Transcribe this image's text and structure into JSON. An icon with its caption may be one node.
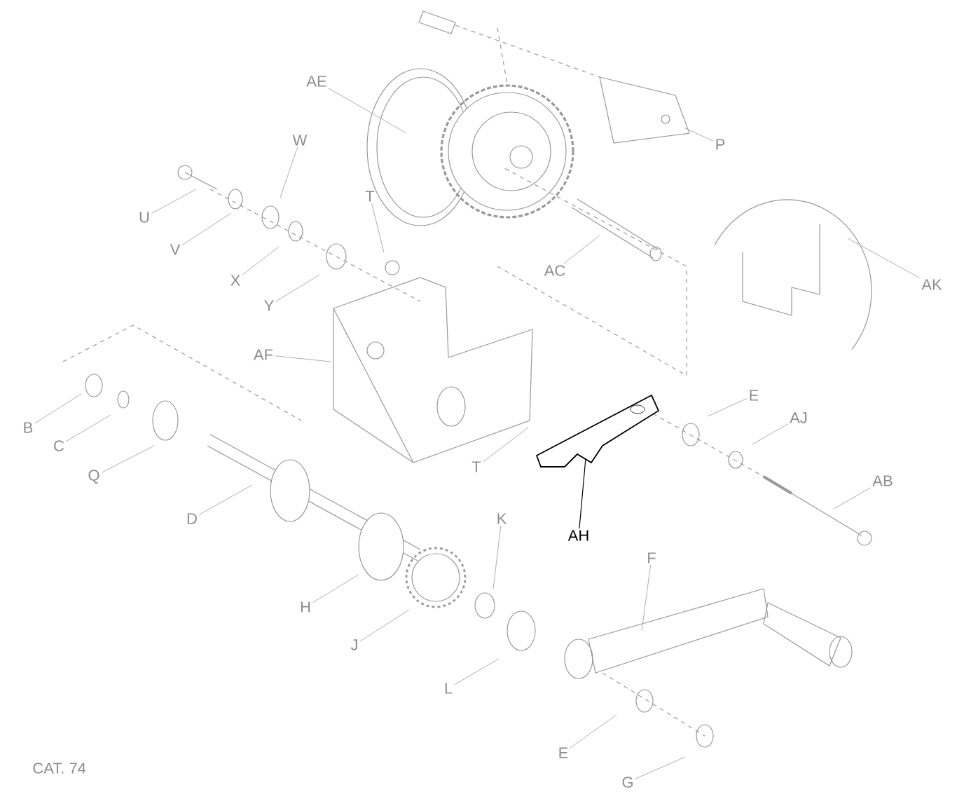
{
  "diagram": {
    "nodes": [
      {
        "text": [
          "AE"
        ]
      },
      {
        "text": [
          "P"
        ]
      },
      {
        "text": [
          "U"
        ]
      },
      {
        "text": [
          "W"
        ]
      },
      {
        "text": [
          "V"
        ]
      },
      {
        "text": [
          "X"
        ]
      },
      {
        "text": [
          "Y"
        ]
      },
      {
        "text": [
          "T"
        ]
      },
      {
        "text": [
          "AC"
        ]
      },
      {
        "text": [
          "AK"
        ]
      },
      {
        "text": [
          "AF"
        ]
      },
      {
        "text": [
          "B"
        ]
      },
      {
        "text": [
          "C"
        ]
      },
      {
        "text": [
          "Q"
        ]
      },
      {
        "text": [
          "D"
        ]
      },
      {
        "text": [
          "T"
        ]
      },
      {
        "text": [
          "E"
        ]
      },
      {
        "text": [
          "AJ"
        ]
      },
      {
        "text": [
          "AB"
        ]
      },
      {
        "text": [
          "AH"
        ]
      },
      {
        "text": [
          "K"
        ]
      },
      {
        "text": [
          "F"
        ]
      },
      {
        "text": [
          "H"
        ]
      },
      {
        "text": [
          "J"
        ]
      },
      {
        "text": [
          "L"
        ]
      },
      {
        "text": [
          "E"
        ]
      },
      {
        "text": [
          "G"
        ]
      }
    ],
    "edges": [
      {
        "from": 0,
        "to": null,
        "arrow": "none"
      },
      {
        "from": 1,
        "to": null,
        "arrow": "none"
      },
      {
        "from": 2,
        "to": null,
        "arrow": "none"
      },
      {
        "from": 3,
        "to": null,
        "arrow": "none"
      },
      {
        "from": 4,
        "to": null,
        "arrow": "none"
      },
      {
        "from": 5,
        "to": null,
        "arrow": "none"
      },
      {
        "from": 6,
        "to": null,
        "arrow": "none"
      },
      {
        "from": 7,
        "to": null,
        "arrow": "none"
      },
      {
        "from": 8,
        "to": null,
        "arrow": "none"
      },
      {
        "from": 9,
        "to": null,
        "arrow": "none"
      },
      {
        "from": 10,
        "to": null,
        "arrow": "none"
      },
      {
        "from": 11,
        "to": null,
        "arrow": "none"
      },
      {
        "from": 12,
        "to": null,
        "arrow": "none"
      },
      {
        "from": 13,
        "to": null,
        "arrow": "none"
      },
      {
        "from": 14,
        "to": null,
        "arrow": "none"
      },
      {
        "from": 15,
        "to": null,
        "arrow": "none"
      },
      {
        "from": 16,
        "to": null,
        "arrow": "none"
      },
      {
        "from": 17,
        "to": null,
        "arrow": "none"
      },
      {
        "from": 18,
        "to": null,
        "arrow": "none"
      },
      {
        "from": 19,
        "to": null,
        "arrow": "none",
        "color": "#000000"
      },
      {
        "from": 20,
        "to": null,
        "arrow": "none"
      },
      {
        "from": 21,
        "to": null,
        "arrow": "none"
      },
      {
        "from": 22,
        "to": null,
        "arrow": "none"
      },
      {
        "from": 23,
        "to": null,
        "arrow": "none"
      },
      {
        "from": 24,
        "to": null,
        "arrow": "none"
      },
      {
        "from": 25,
        "to": null,
        "arrow": "none"
      },
      {
        "from": 26,
        "to": null,
        "arrow": "none"
      }
    ],
    "labels": [
      "CAT. 74"
    ]
  }
}
